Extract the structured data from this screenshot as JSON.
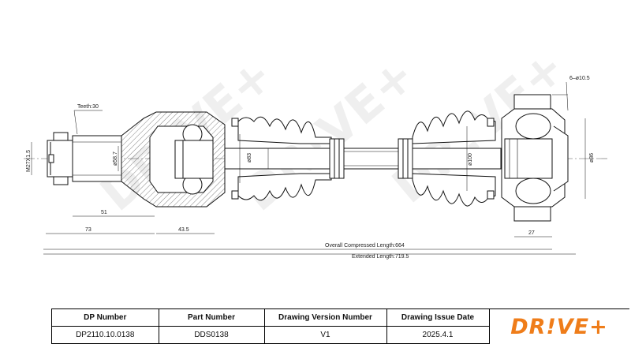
{
  "brand": {
    "logo_text": "DR!VE+",
    "accent_color": "#ef7d1a"
  },
  "dimensions": {
    "teeth": "Teeth:30",
    "thread": "M27X1.5",
    "dia_58_7": "ø58.7",
    "dia_83": "ø83",
    "dia_100": "ø100",
    "dia_86": "ø86",
    "holes": "6–ø10.5",
    "len_51": "51",
    "len_73": "73",
    "len_43_5": "43.5",
    "len_27": "27",
    "overall": "Overall Compressed Length:664",
    "extended": "Extended Length:719.5"
  },
  "title_block": {
    "headers": [
      "DP Number",
      "Part Number",
      "Drawing Version Number",
      "Drawing Issue Date"
    ],
    "values": [
      "DP2110.10.0138",
      "DDS0138",
      "V1",
      "2025.4.1"
    ]
  }
}
